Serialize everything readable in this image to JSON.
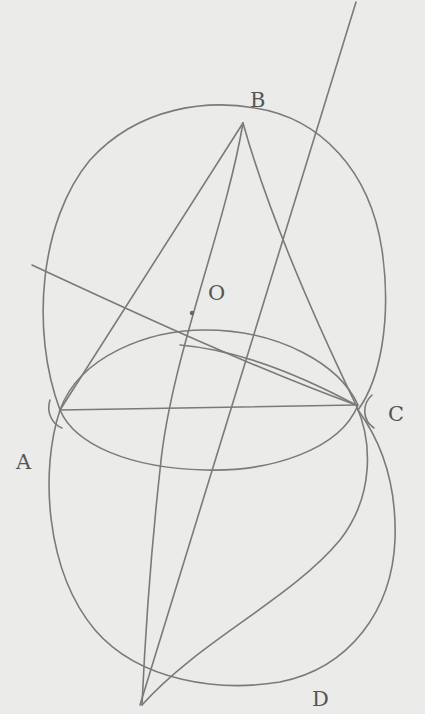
{
  "diagram": {
    "labels": [
      "B",
      "O",
      "A",
      "C",
      "D"
    ]
  }
}
